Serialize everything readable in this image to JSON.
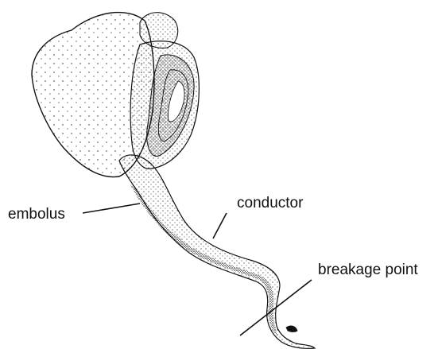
{
  "figure": {
    "labels": {
      "embolus": "embolus",
      "conductor": "conductor",
      "breakage_point": "breakage point"
    }
  },
  "colors": {
    "ink": "#111111",
    "background": "#ffffff"
  }
}
